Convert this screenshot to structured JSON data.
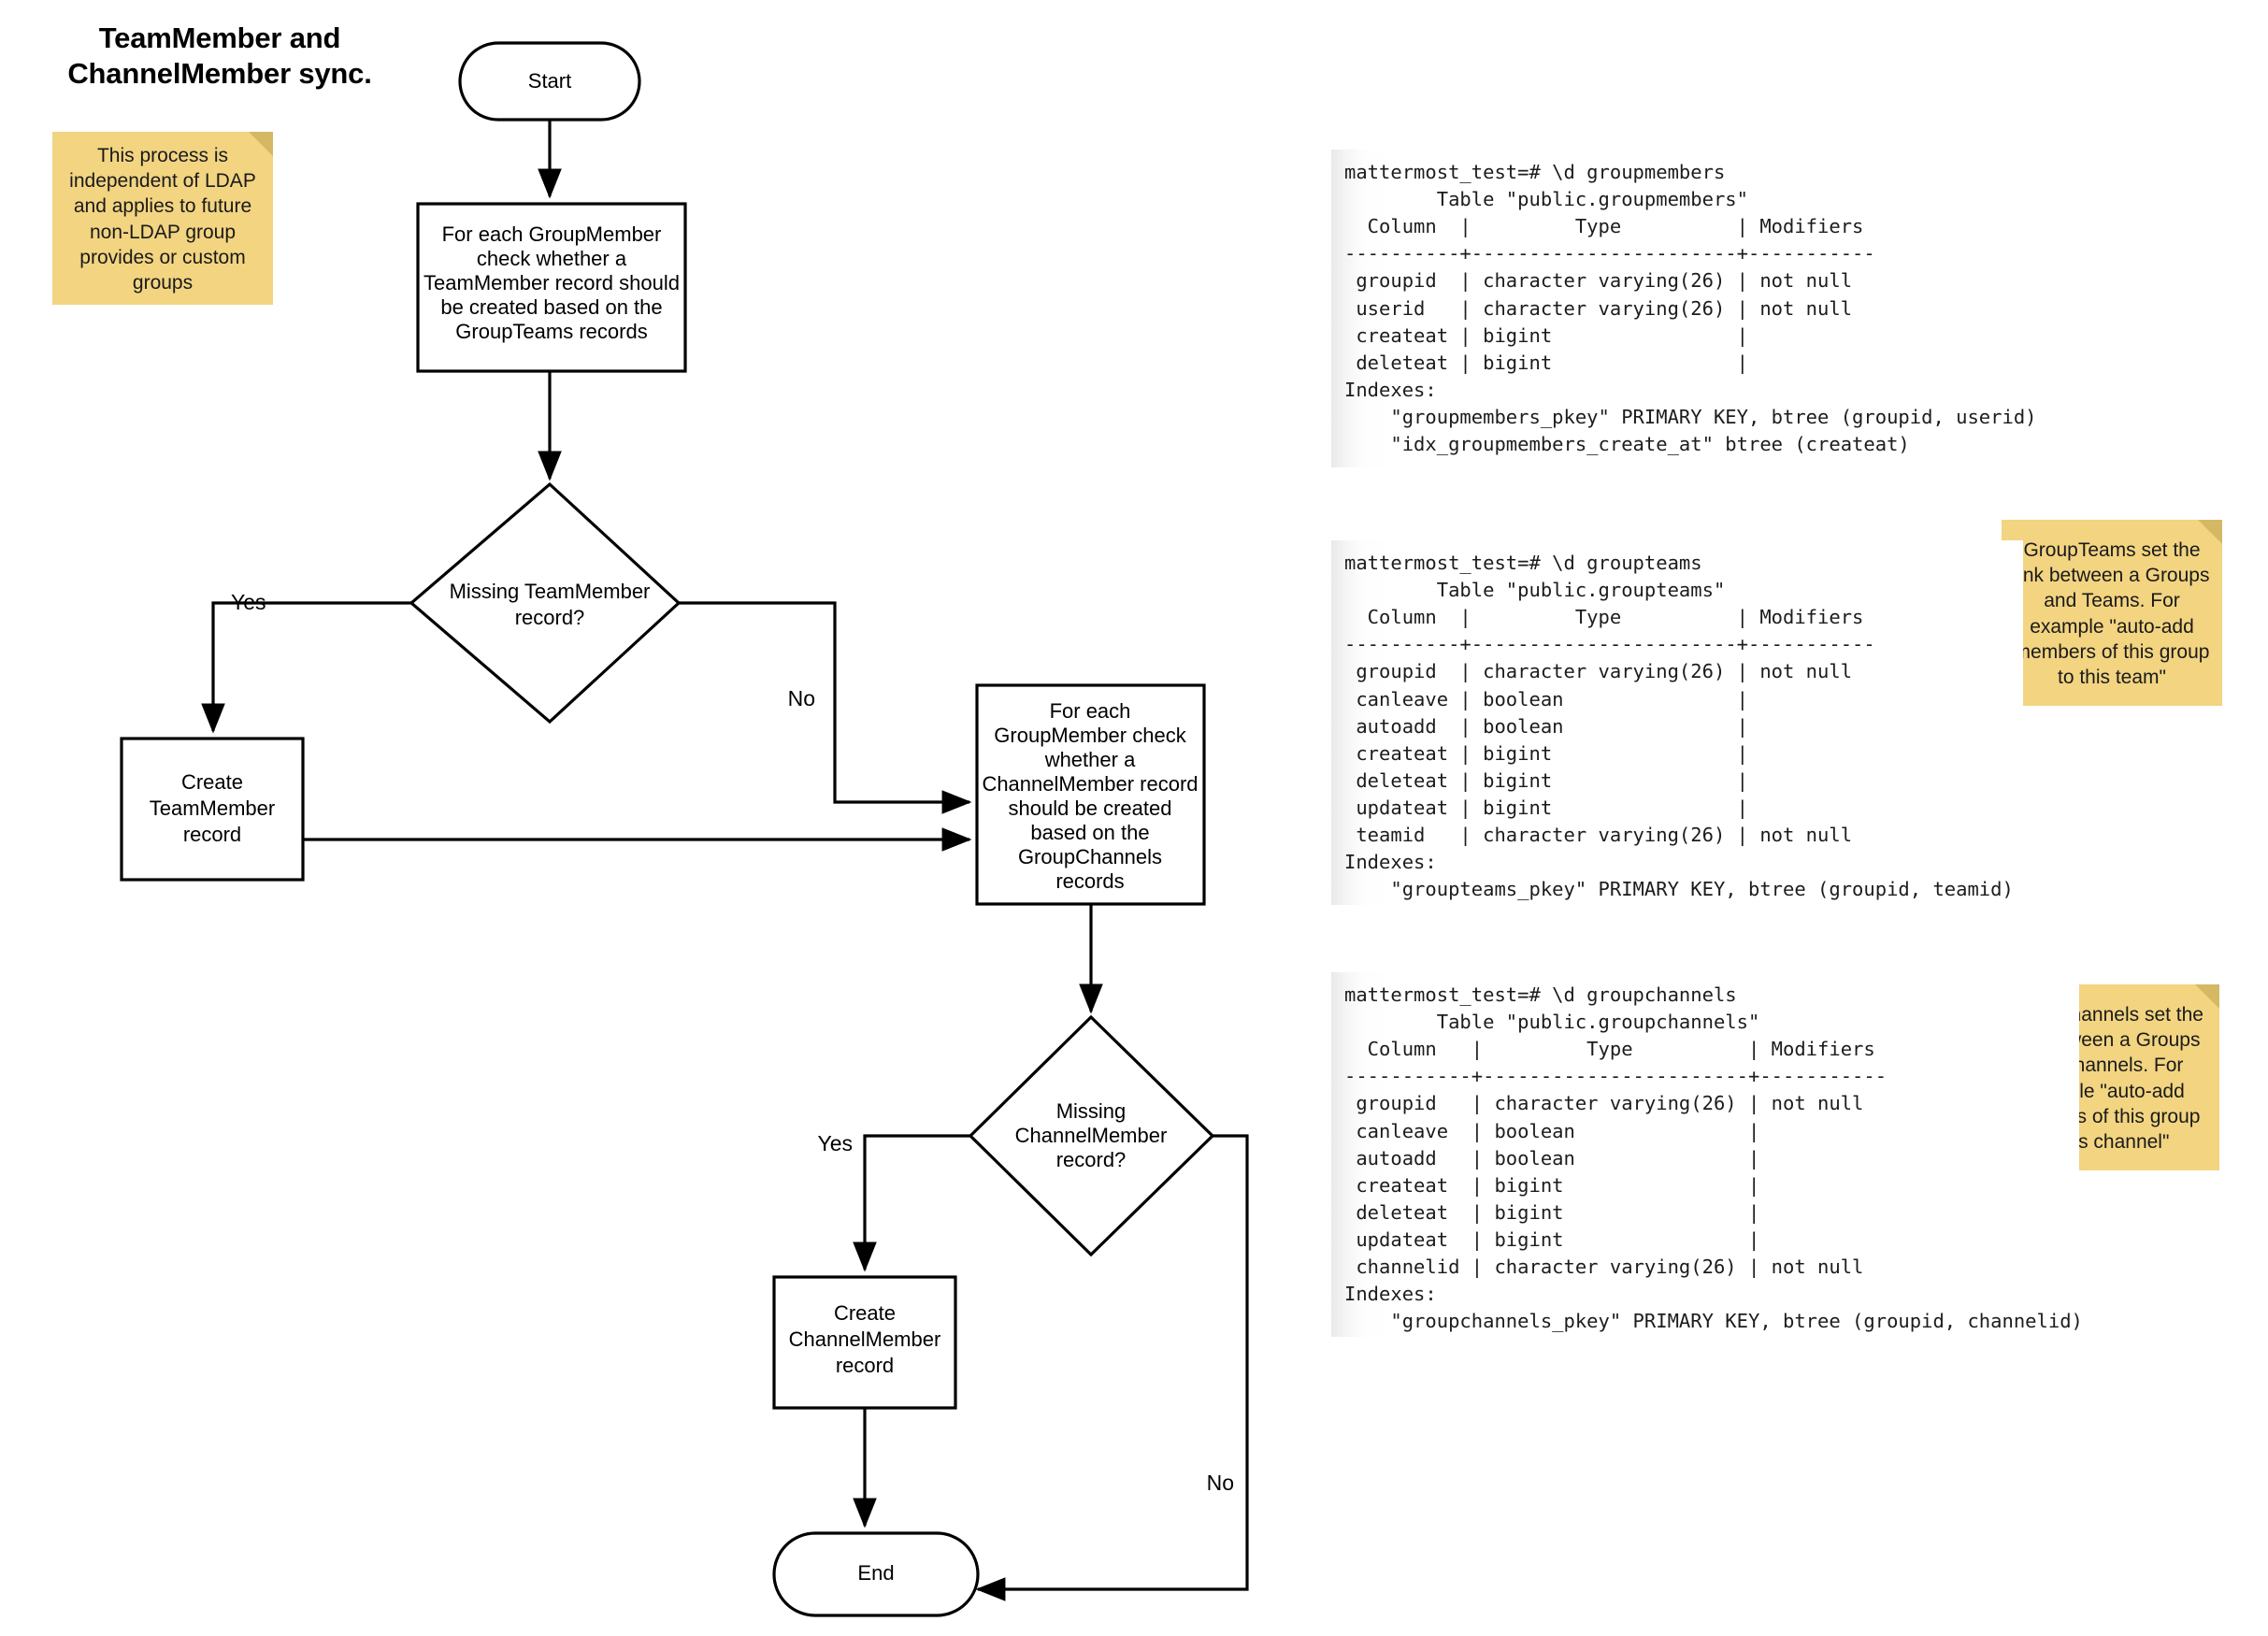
{
  "diagram": {
    "title": "TeamMember and\nChannelMember sync.",
    "nodes": {
      "start": "Start",
      "process_teammember": "For each GroupMember check whether a TeamMember record should be created based on the GroupTeams records",
      "decision_teammember": "Missing TeamMember record?",
      "create_teammember": "Create TeamMember record",
      "process_channelmember": "For each GroupMember check whether a ChannelMember record should be created based on the GroupChannels records",
      "decision_channelmember": "Missing ChannelMember record?",
      "create_channelmember": "Create ChannelMember record",
      "end": "End"
    },
    "node_lines": {
      "process_teammember": [
        "For each GroupMember",
        "check whether a",
        "TeamMember record should",
        "be created based on the",
        "GroupTeams records"
      ],
      "decision_teammember": [
        "Missing TeamMember",
        "record?"
      ],
      "create_teammember": [
        "Create",
        "TeamMember",
        "record"
      ],
      "process_channelmember": [
        "For each",
        "GroupMember check",
        "whether a",
        "ChannelMember record",
        "should be created",
        "based on the",
        "GroupChannels",
        "records"
      ],
      "decision_channelmember": [
        "Missing",
        "ChannelMember",
        "record?"
      ],
      "create_channelmember": [
        "Create",
        "ChannelMember",
        "record"
      ]
    },
    "edge_labels": {
      "teammember_yes": "Yes",
      "teammember_no": "No",
      "channelmember_yes": "Yes",
      "channelmember_no": "No"
    }
  },
  "notes": [
    {
      "id": "note-ldap",
      "text": "This process is\nindependent of LDAP\nand applies to future\nnon-LDAP group\nprovides or custom\ngroups"
    },
    {
      "id": "note-groupteams",
      "text": "GroupTeams set the\nlink between a Groups\nand Teams. For\nexample \"auto-add\nmembers of this group\nto this team\""
    },
    {
      "id": "note-groupchannels",
      "text": "GroupChannels set the\nlink between a Groups\nand Channels. For\nexample \"auto-add\nmembers of this group\nto this channel\""
    }
  ],
  "terminals": [
    {
      "id": "terminal-groupmembers",
      "text": "mattermost_test=# \\d groupmembers\n        Table \"public.groupmembers\"\n  Column  |         Type          | Modifiers\n----------+-----------------------+-----------\n groupid  | character varying(26) | not null\n userid   | character varying(26) | not null\n createat | bigint                |\n deleteat | bigint                |\nIndexes:\n    \"groupmembers_pkey\" PRIMARY KEY, btree (groupid, userid)\n    \"idx_groupmembers_create_at\" btree (createat)"
    },
    {
      "id": "terminal-groupteams",
      "text": "mattermost_test=# \\d groupteams\n        Table \"public.groupteams\"\n  Column  |         Type          | Modifiers\n----------+-----------------------+-----------\n groupid  | character varying(26) | not null\n canleave | boolean               |\n autoadd  | boolean               |\n createat | bigint                |\n deleteat | bigint                |\n updateat | bigint                |\n teamid   | character varying(26) | not null\nIndexes:\n    \"groupteams_pkey\" PRIMARY KEY, btree (groupid, teamid)"
    },
    {
      "id": "terminal-groupchannels",
      "text": "mattermost_test=# \\d groupchannels\n        Table \"public.groupchannels\"\n  Column   |         Type          | Modifiers\n-----------+-----------------------+-----------\n groupid   | character varying(26) | not null\n canleave  | boolean               |\n autoadd   | boolean               |\n createat  | bigint                |\n deleteat  | bigint                |\n updateat  | bigint                |\n channelid | character varying(26) | not null\nIndexes:\n    \"groupchannels_pkey\" PRIMARY KEY, btree (groupid, channelid)"
    }
  ],
  "colors": {
    "sticky_fill": "#F2D481",
    "sticky_fold": "#D4B864",
    "stroke": "#000000",
    "canvas": "#FFFFFF"
  }
}
